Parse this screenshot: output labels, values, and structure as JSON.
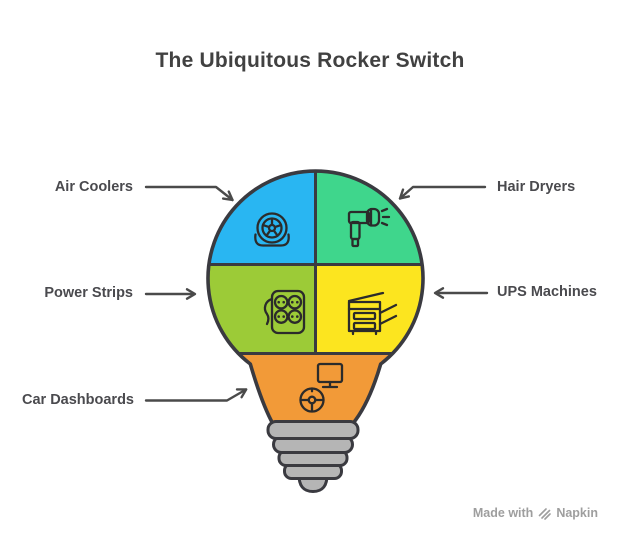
{
  "title": "The Ubiquitous Rocker Switch",
  "segments": [
    {
      "label": "Air Coolers",
      "color": "#29B6F2",
      "icon": "fan-icon",
      "label_side": "left"
    },
    {
      "label": "Hair Dryers",
      "color": "#3FD68C",
      "icon": "hair-dryer-icon",
      "label_side": "right"
    },
    {
      "label": "Power Strips",
      "color": "#9CCB37",
      "icon": "power-strip-icon",
      "label_side": "left"
    },
    {
      "label": "UPS Machines",
      "color": "#FCE51F",
      "icon": "ups-machine-icon",
      "label_side": "right"
    },
    {
      "label": "Car Dashboards",
      "color": "#F29A38",
      "icon": "car-dashboard-icon",
      "label_side": "left"
    }
  ],
  "bulb": {
    "outline_color": "#3A3A40",
    "base_color": "#B5B5B5",
    "icon_stroke_color": "#2B2B2B"
  },
  "arrows": {
    "color": "#4A4A4A"
  },
  "watermark": {
    "text": "Made with",
    "brand": "Napkin",
    "color": "#9E9E9E"
  }
}
